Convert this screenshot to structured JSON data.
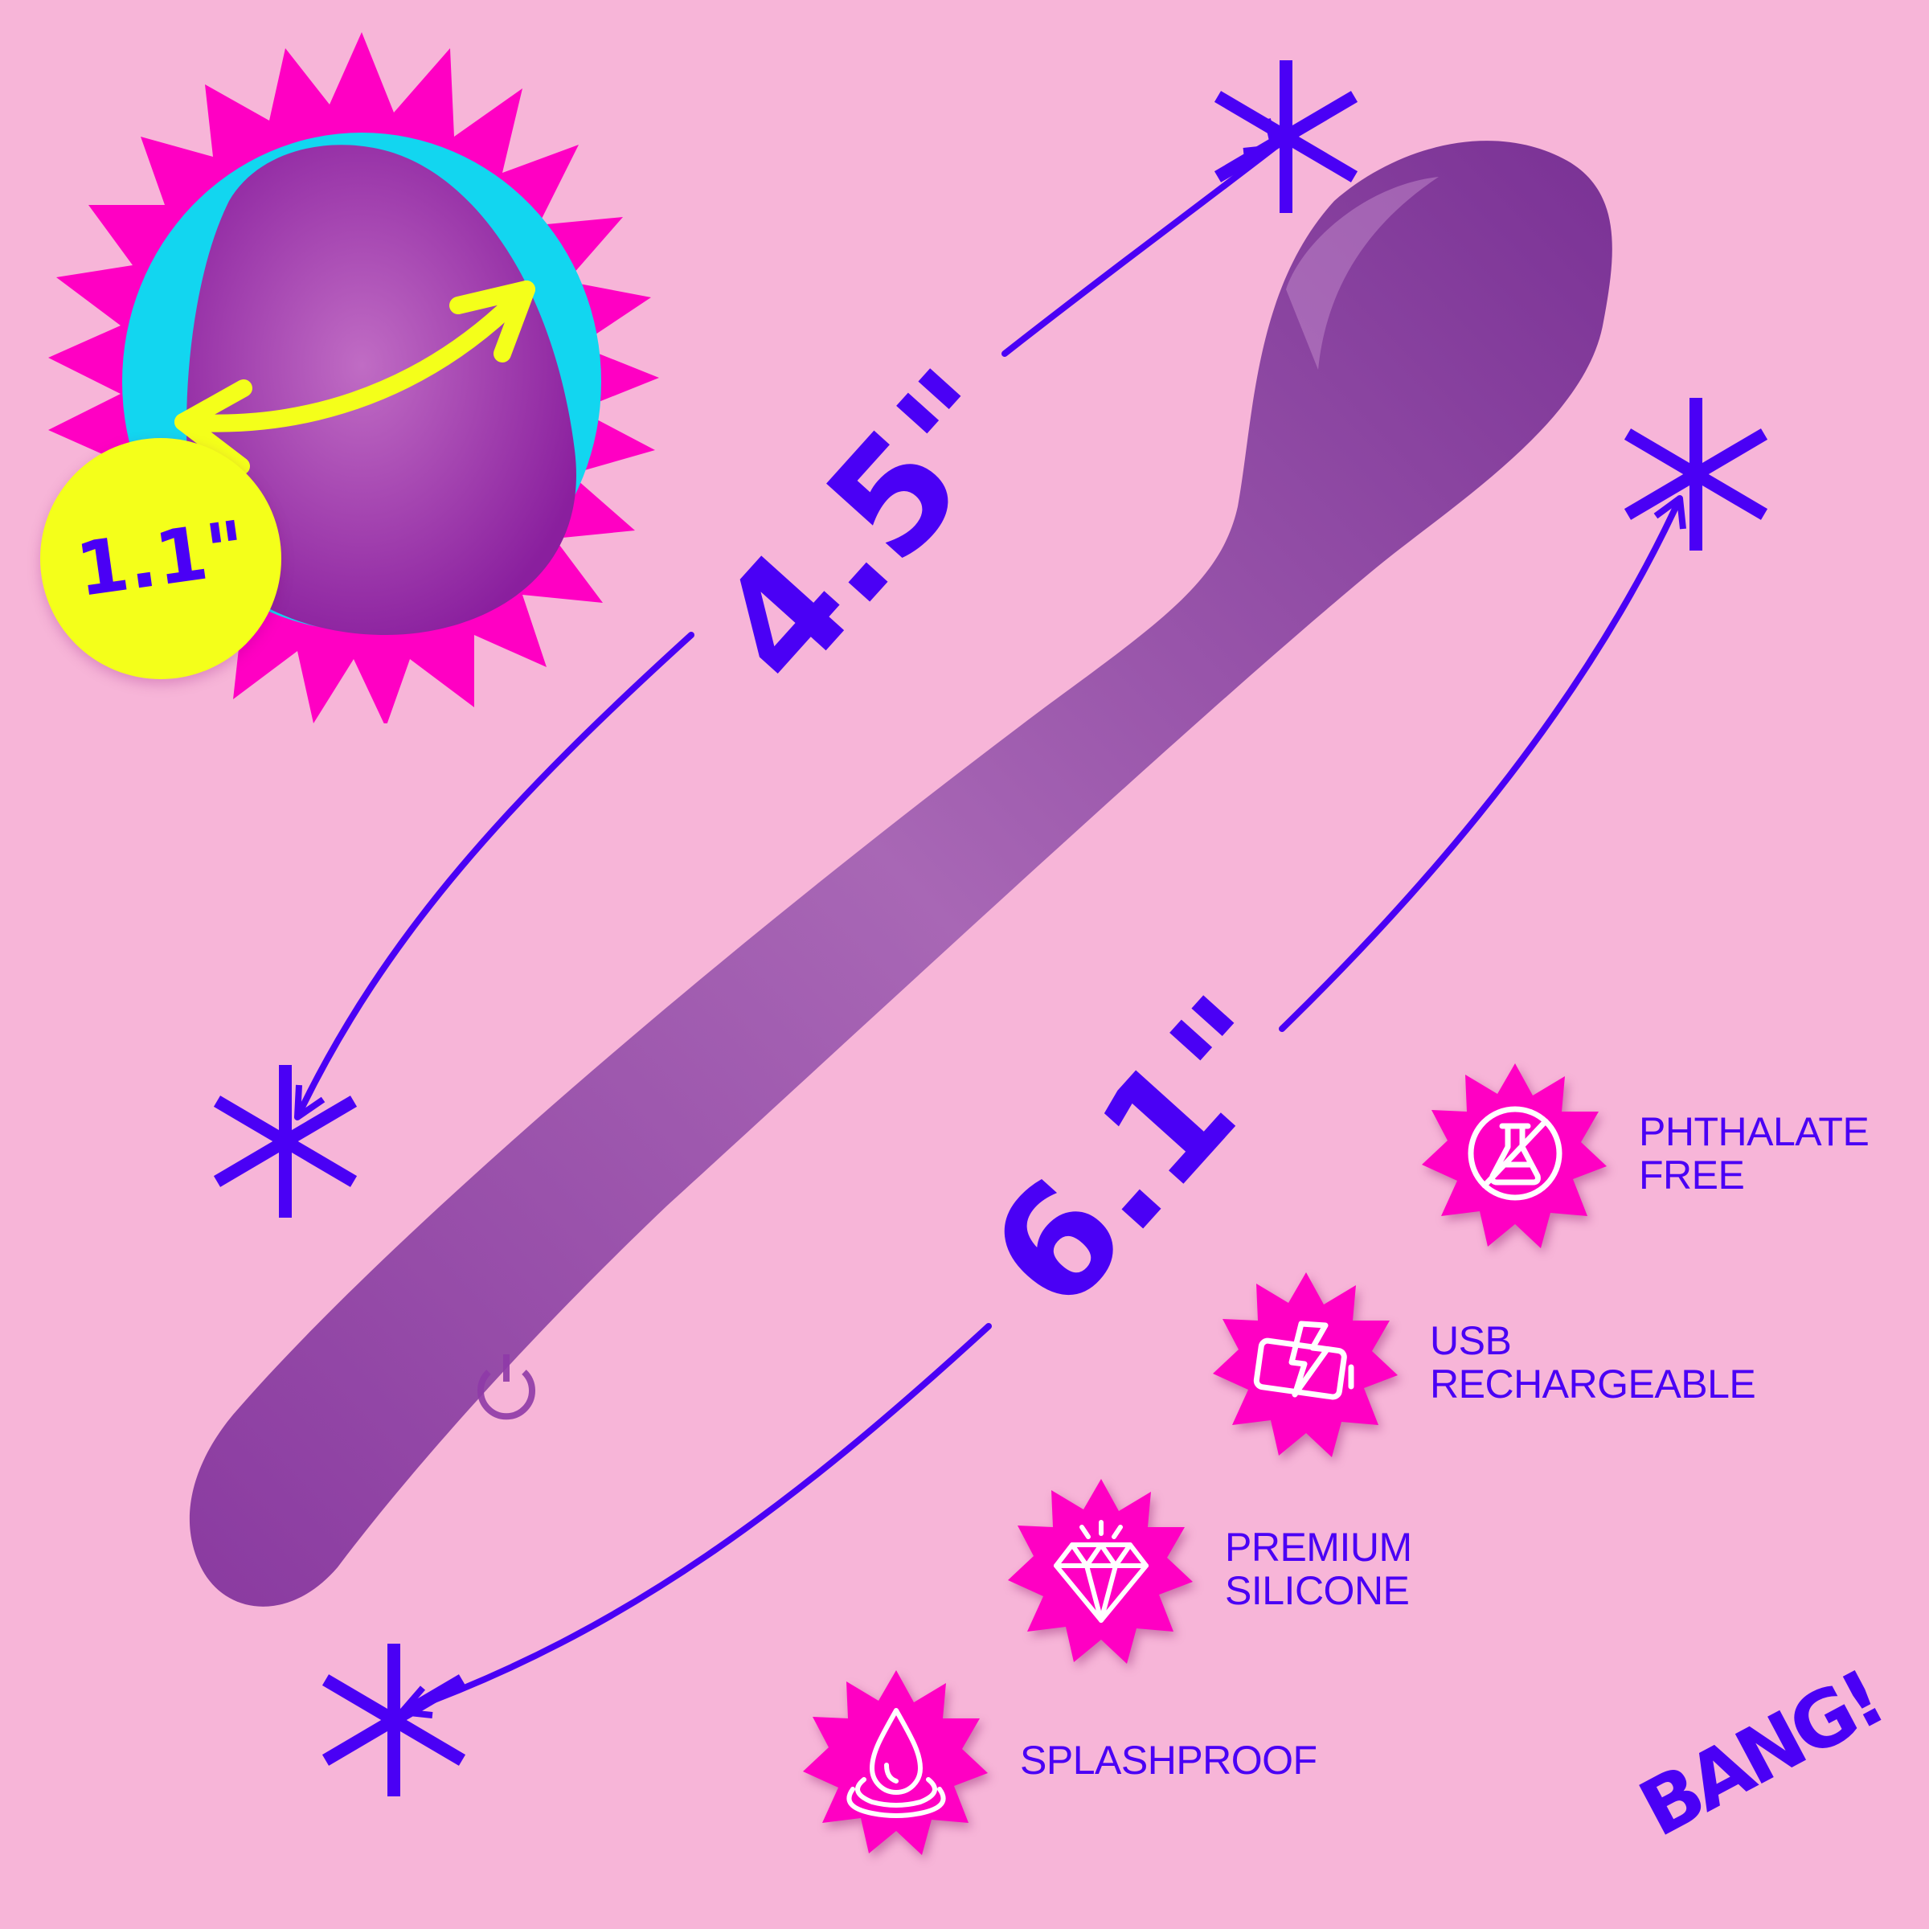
{
  "product_image": {
    "description": "Purple curved silicone massager product photo",
    "power_button_icon": "power-icon"
  },
  "dimensions": {
    "circumference_diameter": "1.1\"",
    "insertable_length": "4.5\"",
    "total_length": "6.1\""
  },
  "features": [
    {
      "icon": "no-flask-icon",
      "label": "PHTHALATE\nFREE"
    },
    {
      "icon": "battery-lightning-icon",
      "label": "USB\nRECHARGEABLE"
    },
    {
      "icon": "diamond-icon",
      "label": "PREMIUM\nSILICONE"
    },
    {
      "icon": "water-drop-icon",
      "label": "SPLASHPROOF"
    }
  ],
  "brand": {
    "logo_text": "BANG!"
  },
  "colors": {
    "background": "#f7b5d8",
    "accent_blue": "#4a00f5",
    "badge_magenta": "#ff00c3",
    "product_purple": "#9a3fae",
    "callout_cyan": "#12d6f0",
    "callout_yellow": "#f4ff1a"
  }
}
